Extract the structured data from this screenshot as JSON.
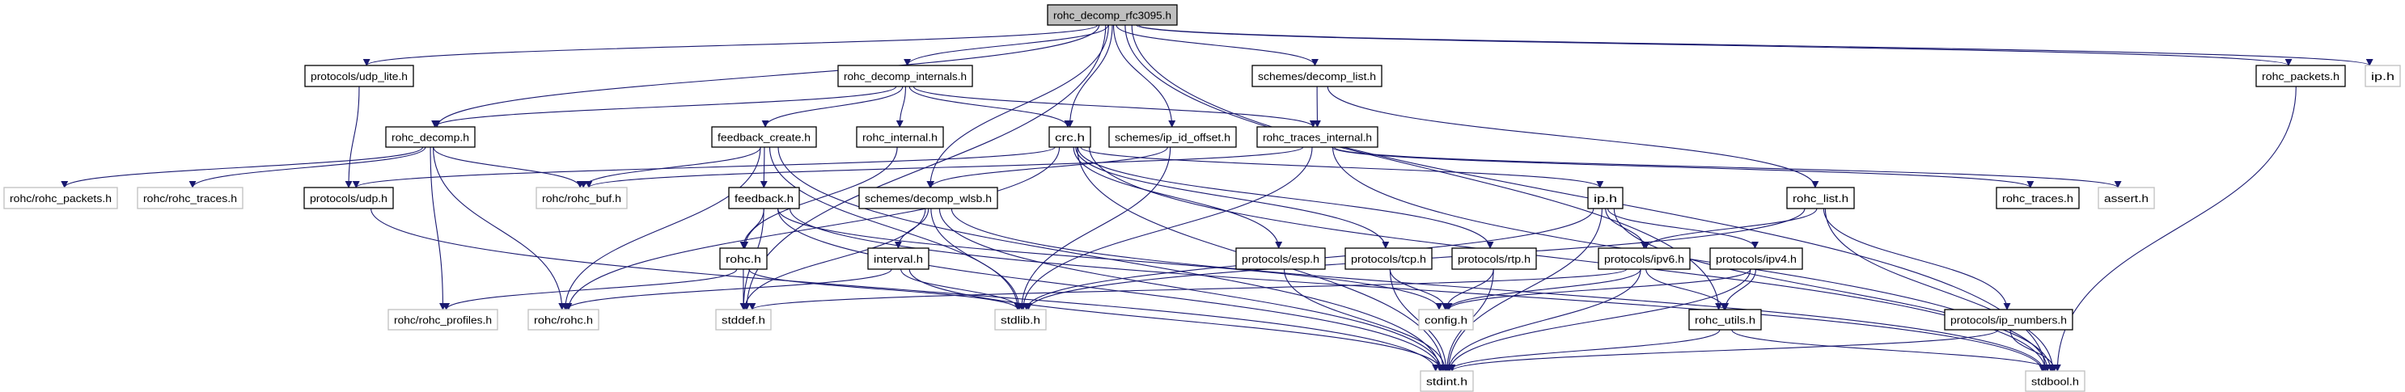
{
  "graph": {
    "edge_color": "#191970",
    "root_fill": "#bfbfbf",
    "nodes": [
      {
        "id": "rfc3095",
        "label": "rohc_decomp_rfc3095.h",
        "kind": "root"
      },
      {
        "id": "udp_lite",
        "label": "protocols/udp_lite.h",
        "kind": "local"
      },
      {
        "id": "internals",
        "label": "rohc_decomp_internals.h",
        "kind": "local"
      },
      {
        "id": "decomp_list",
        "label": "schemes/decomp_list.h",
        "kind": "local"
      },
      {
        "id": "rohc_packets",
        "label": "rohc_packets.h",
        "kind": "local"
      },
      {
        "id": "ip_sys",
        "label": "ip.h",
        "kind": "external"
      },
      {
        "id": "rohc_decomp",
        "label": "rohc_decomp.h",
        "kind": "local"
      },
      {
        "id": "feedback_create",
        "label": "feedback_create.h",
        "kind": "local"
      },
      {
        "id": "rohc_internal",
        "label": "rohc_internal.h",
        "kind": "local"
      },
      {
        "id": "crc",
        "label": "crc.h",
        "kind": "local"
      },
      {
        "id": "ip_id_offset",
        "label": "schemes/ip_id_offset.h",
        "kind": "local"
      },
      {
        "id": "traces_internal",
        "label": "rohc_traces_internal.h",
        "kind": "local"
      },
      {
        "id": "r_packets",
        "label": "rohc/rohc_packets.h",
        "kind": "external"
      },
      {
        "id": "r_traces",
        "label": "rohc/rohc_traces.h",
        "kind": "external"
      },
      {
        "id": "udp",
        "label": "protocols/udp.h",
        "kind": "local"
      },
      {
        "id": "r_buf",
        "label": "rohc/rohc_buf.h",
        "kind": "external"
      },
      {
        "id": "feedback",
        "label": "feedback.h",
        "kind": "local"
      },
      {
        "id": "wlsb",
        "label": "schemes/decomp_wlsb.h",
        "kind": "local"
      },
      {
        "id": "ip",
        "label": "ip.h",
        "kind": "local"
      },
      {
        "id": "rohc_list",
        "label": "rohc_list.h",
        "kind": "local"
      },
      {
        "id": "rohc_traces",
        "label": "rohc_traces.h",
        "kind": "local"
      },
      {
        "id": "assert",
        "label": "assert.h",
        "kind": "external"
      },
      {
        "id": "rohc",
        "label": "rohc.h",
        "kind": "local"
      },
      {
        "id": "interval",
        "label": "interval.h",
        "kind": "local"
      },
      {
        "id": "esp",
        "label": "protocols/esp.h",
        "kind": "local"
      },
      {
        "id": "tcp",
        "label": "protocols/tcp.h",
        "kind": "local"
      },
      {
        "id": "rtp",
        "label": "protocols/rtp.h",
        "kind": "local"
      },
      {
        "id": "ipv6",
        "label": "protocols/ipv6.h",
        "kind": "local"
      },
      {
        "id": "ipv4",
        "label": "protocols/ipv4.h",
        "kind": "local"
      },
      {
        "id": "profiles",
        "label": "rohc/rohc_profiles.h",
        "kind": "external"
      },
      {
        "id": "r_rohc",
        "label": "rohc/rohc.h",
        "kind": "external"
      },
      {
        "id": "stddef",
        "label": "stddef.h",
        "kind": "external"
      },
      {
        "id": "stdlib",
        "label": "stdlib.h",
        "kind": "external"
      },
      {
        "id": "config",
        "label": "config.h",
        "kind": "external"
      },
      {
        "id": "rohc_utils",
        "label": "rohc_utils.h",
        "kind": "local"
      },
      {
        "id": "ip_numbers",
        "label": "protocols/ip_numbers.h",
        "kind": "local"
      },
      {
        "id": "stdint",
        "label": "stdint.h",
        "kind": "external"
      },
      {
        "id": "stdbool",
        "label": "stdbool.h",
        "kind": "external"
      }
    ],
    "edges": [
      [
        "rfc3095",
        "udp_lite"
      ],
      [
        "rfc3095",
        "rohc_decomp"
      ],
      [
        "rfc3095",
        "internals"
      ],
      [
        "rfc3095",
        "crc"
      ],
      [
        "rfc3095",
        "wlsb"
      ],
      [
        "rfc3095",
        "ip_id_offset"
      ],
      [
        "rfc3095",
        "decomp_list"
      ],
      [
        "rfc3095",
        "rohc_packets"
      ],
      [
        "rfc3095",
        "ip_sys"
      ],
      [
        "rfc3095",
        "stddef"
      ],
      [
        "rfc3095",
        "rohc_utils"
      ],
      [
        "rfc3095",
        "stdbool"
      ],
      [
        "udp_lite",
        "udp"
      ],
      [
        "rohc_decomp",
        "r_packets"
      ],
      [
        "rohc_decomp",
        "r_traces"
      ],
      [
        "rohc_decomp",
        "r_buf"
      ],
      [
        "rohc_decomp",
        "profiles"
      ],
      [
        "rohc_decomp",
        "r_rohc"
      ],
      [
        "internals",
        "rohc_decomp"
      ],
      [
        "internals",
        "feedback_create"
      ],
      [
        "internals",
        "rohc_internal"
      ],
      [
        "internals",
        "crc"
      ],
      [
        "internals",
        "traces_internal"
      ],
      [
        "decomp_list",
        "traces_internal"
      ],
      [
        "decomp_list",
        "rohc_list"
      ],
      [
        "feedback_create",
        "r_buf"
      ],
      [
        "feedback_create",
        "feedback"
      ],
      [
        "feedback_create",
        "r_rohc"
      ],
      [
        "feedback_create",
        "stdlib"
      ],
      [
        "feedback_create",
        "stdint"
      ],
      [
        "rohc_internal",
        "rohc"
      ],
      [
        "crc",
        "udp"
      ],
      [
        "crc",
        "ip"
      ],
      [
        "crc",
        "esp"
      ],
      [
        "crc",
        "tcp"
      ],
      [
        "crc",
        "rtp"
      ],
      [
        "crc",
        "r_rohc"
      ],
      [
        "crc",
        "stdint"
      ],
      [
        "crc",
        "stdbool"
      ],
      [
        "ip_id_offset",
        "wlsb"
      ],
      [
        "ip_id_offset",
        "stdlib"
      ],
      [
        "traces_internal",
        "r_buf"
      ],
      [
        "traces_internal",
        "rohc_traces"
      ],
      [
        "traces_internal",
        "assert"
      ],
      [
        "traces_internal",
        "stdlib"
      ],
      [
        "traces_internal",
        "stdbool"
      ],
      [
        "feedback",
        "rohc"
      ],
      [
        "feedback",
        "stddef"
      ],
      [
        "feedback",
        "stdint"
      ],
      [
        "feedback",
        "stdbool"
      ],
      [
        "feedback",
        "config"
      ],
      [
        "wlsb",
        "interval"
      ],
      [
        "wlsb",
        "stdlib"
      ],
      [
        "wlsb",
        "stddef"
      ],
      [
        "wlsb",
        "stdint"
      ],
      [
        "wlsb",
        "stdbool"
      ],
      [
        "rohc",
        "profiles"
      ],
      [
        "rohc",
        "stddef"
      ],
      [
        "rohc",
        "stdlib"
      ],
      [
        "interval",
        "r_rohc"
      ],
      [
        "interval",
        "stdlib"
      ],
      [
        "interval",
        "stdint"
      ],
      [
        "ip",
        "stdlib"
      ],
      [
        "ip",
        "ipv6"
      ],
      [
        "ip",
        "ipv4"
      ],
      [
        "ip",
        "stdint"
      ],
      [
        "ip",
        "stdbool"
      ],
      [
        "rohc_list",
        "ipv6"
      ],
      [
        "rohc_list",
        "ip_numbers"
      ],
      [
        "rohc_list",
        "stdlib"
      ],
      [
        "rohc_list",
        "stdbool"
      ],
      [
        "ipv6",
        "stddef"
      ],
      [
        "ipv6",
        "config"
      ],
      [
        "ipv6",
        "rohc_utils"
      ],
      [
        "ipv6",
        "stdint"
      ],
      [
        "ipv4",
        "config"
      ],
      [
        "ipv4",
        "rohc_utils"
      ],
      [
        "ipv4",
        "stdint"
      ],
      [
        "esp",
        "stdint"
      ],
      [
        "tcp",
        "config"
      ],
      [
        "tcp",
        "stdint"
      ],
      [
        "rtp",
        "config"
      ],
      [
        "rtp",
        "stdint"
      ],
      [
        "rohc_utils",
        "stdint"
      ],
      [
        "rohc_utils",
        "stdbool"
      ],
      [
        "ip_numbers",
        "stdint"
      ],
      [
        "ip_numbers",
        "stdbool"
      ],
      [
        "rohc_packets",
        "stdbool"
      ],
      [
        "udp",
        "stdint"
      ]
    ]
  }
}
